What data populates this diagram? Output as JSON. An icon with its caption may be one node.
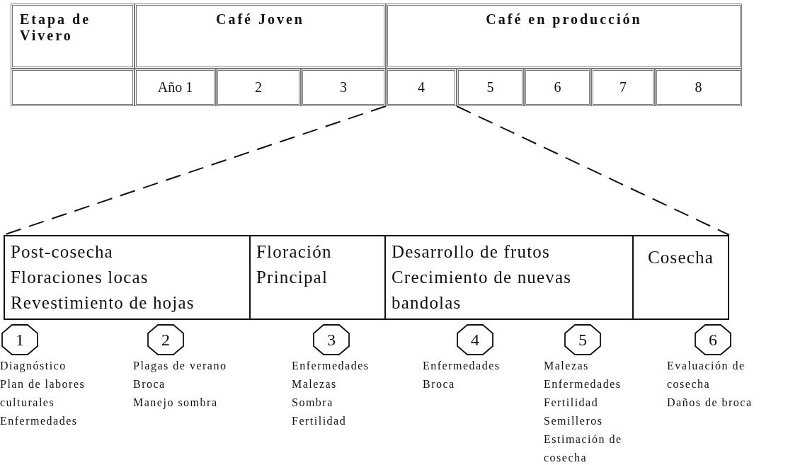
{
  "diagram": {
    "nodes": [
      {
        "text": [
          "Etapa de Vivero"
        ]
      },
      {
        "text": [
          "Café Joven"
        ]
      },
      {
        "text": [
          "Café en producción"
        ]
      },
      {
        "text": [],
        "shape": "box"
      },
      {
        "text": [
          "Año 1"
        ]
      },
      {
        "text": [
          "2"
        ]
      },
      {
        "text": [
          "3"
        ]
      },
      {
        "text": [
          "4"
        ]
      },
      {
        "text": [
          "5"
        ]
      },
      {
        "text": [
          "6"
        ]
      },
      {
        "text": [
          "7"
        ]
      },
      {
        "text": [
          "8"
        ]
      },
      {
        "text": [],
        "shape": "bar"
      },
      {
        "text": [
          "Post-cosecha",
          "Floraciones locas",
          "Revestimiento de hojas"
        ],
        "in": 12
      },
      {
        "text": [
          "Floración",
          "Principal"
        ],
        "in": 12
      },
      {
        "text": [
          "Desarrollo de frutos",
          "Crecimiento de nuevas bandolas"
        ],
        "in": 12
      },
      {
        "text": [
          "Cosecha"
        ],
        "in": 12
      },
      {
        "text": [
          "1"
        ],
        "beside": [
          "Diagnóstico",
          "Plan de labores culturales",
          "Enfermedades"
        ]
      },
      {
        "text": [
          "2"
        ],
        "beside": [
          "Plagas de verano",
          "Broca",
          "Manejo sombra"
        ]
      },
      {
        "text": [
          "3"
        ],
        "beside": [
          "Enfermedades",
          "Malezas",
          "Sombra",
          "Fertilidad"
        ]
      },
      {
        "text": [
          "4"
        ],
        "beside": [
          "Enfermedades",
          "Broca"
        ]
      },
      {
        "text": [
          "5"
        ],
        "beside": [
          "Malezas",
          "Enfermedades",
          "Fertilidad",
          "Semilleros",
          "Estimación de cosecha"
        ]
      },
      {
        "text": [
          "6"
        ],
        "beside": [
          "Evaluación de cosecha",
          "Daños de broca"
        ]
      }
    ],
    "edges": [
      {
        "from": 7,
        "to": 12,
        "arrow": "none",
        "style": "dashed"
      },
      {
        "from": 7,
        "to": 12,
        "arrow": "none",
        "style": "dashed"
      }
    ]
  }
}
